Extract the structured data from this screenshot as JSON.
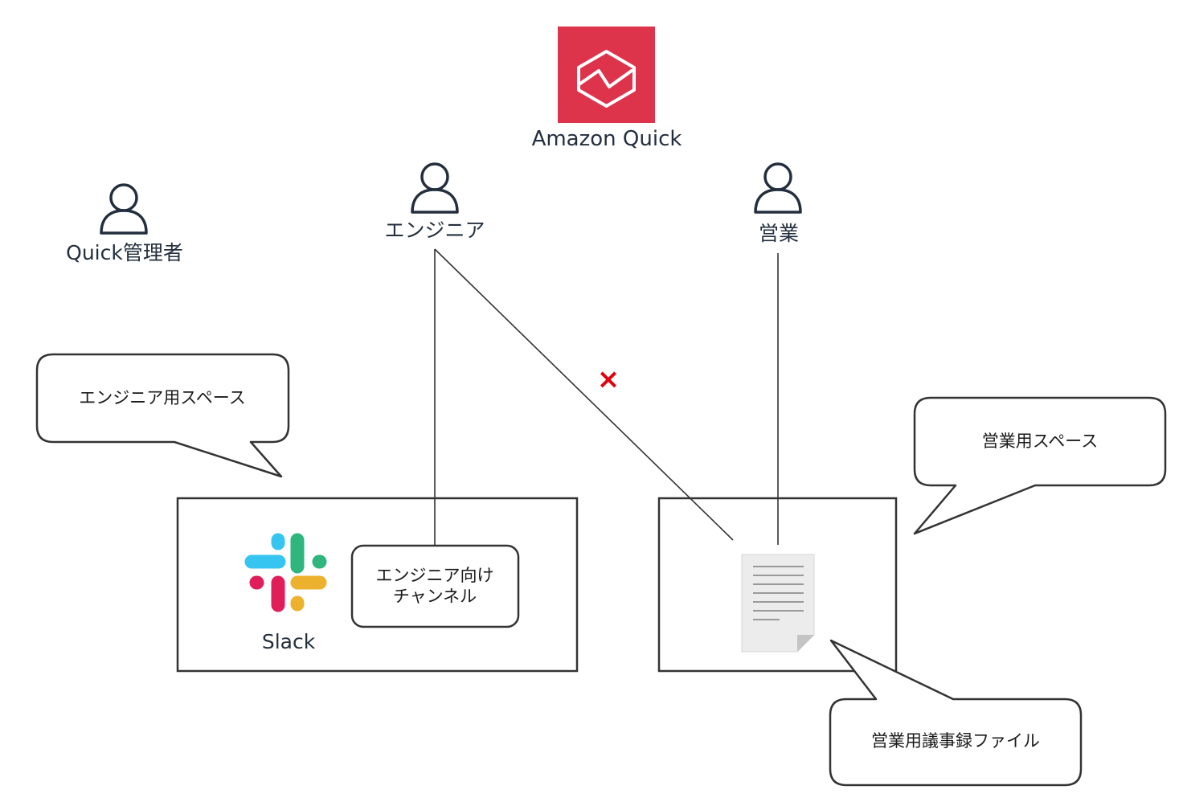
{
  "service": {
    "name": "Amazon Quick",
    "icon": "amazon-quick-icon",
    "color": "#dd344c"
  },
  "actors": {
    "admin": {
      "label": "Quick管理者",
      "icon": "user-icon"
    },
    "engineer": {
      "label": "エンジニア",
      "icon": "user-icon"
    },
    "sales": {
      "label": "営業",
      "icon": "user-icon"
    }
  },
  "callouts": {
    "engineer_space": "エンジニア用スペース",
    "sales_space": "営業用スペース",
    "sales_file": "営業用議事録ファイル"
  },
  "slack": {
    "label": "Slack",
    "icon": "slack-logo-icon",
    "channel_line1": "エンジニア向け",
    "channel_line2": "チャンネル"
  },
  "document": {
    "icon": "document-icon"
  },
  "access_denied": {
    "mark": "×",
    "color": "#e0000f"
  }
}
